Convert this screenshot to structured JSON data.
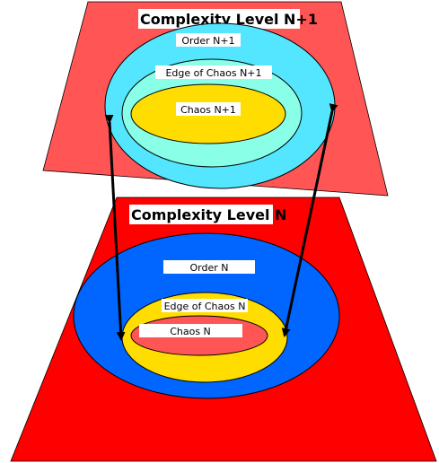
{
  "upper_level": {
    "title": "Complexity Level N+1",
    "order_label": "Order N+1",
    "edge_label": "Edge of Chaos N+1",
    "chaos_label": "Chaos N+1"
  },
  "lower_level": {
    "title": "Complexity Level N",
    "order_label": "Order N",
    "edge_label": "Edge of Chaos N",
    "chaos_label": "Chaos N"
  },
  "colors": {
    "upper_plane": "#ff5555",
    "upper_order": "#55e6ff",
    "upper_edge": "#88ffe6",
    "upper_chaos": "#ffdd00",
    "lower_plane": "#ff0000",
    "lower_order": "#0066ff",
    "lower_edge": "#ffdd00",
    "lower_chaos": "#ff5555",
    "label_box": "#ffffff",
    "outline": "#000000"
  }
}
